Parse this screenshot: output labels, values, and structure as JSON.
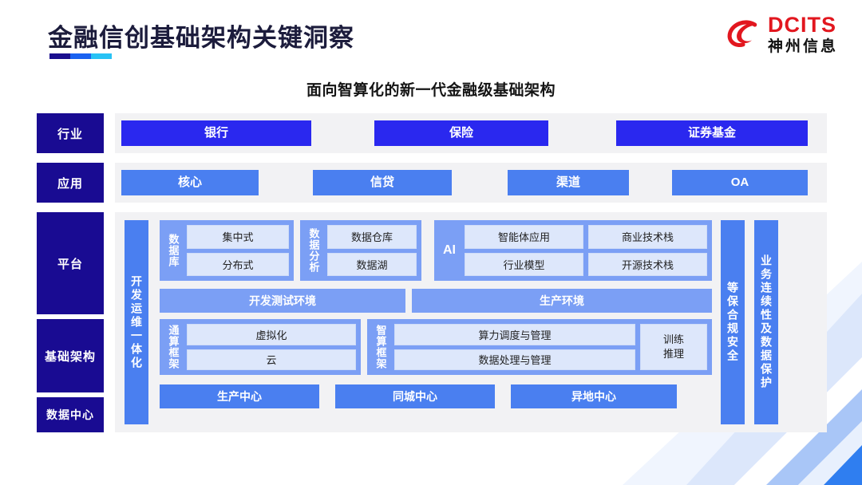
{
  "header": {
    "title": "金融信创基础架构关键洞察",
    "logo": {
      "en": "DCITS",
      "cn": "神州信息",
      "mark": "dcits-swirl-icon",
      "color": "#e2171f"
    }
  },
  "subtitle": "面向智算化的新一代金融级基础架构",
  "colors": {
    "navy": "#190b92",
    "industry_blue": "#2a28ef",
    "app_blue": "#4a7ff0",
    "group_blue": "#7b9ff5",
    "cell_blue": "#dde7fb",
    "panel_gray": "#f2f2f4"
  },
  "sidebar": {
    "items": [
      {
        "label": "行业"
      },
      {
        "label": "应用"
      },
      {
        "label": "平台"
      },
      {
        "label": "基础架构"
      },
      {
        "label": "数据中心"
      }
    ]
  },
  "industry": {
    "items": [
      {
        "label": "银行"
      },
      {
        "label": "保险"
      },
      {
        "label": "证券基金"
      }
    ]
  },
  "application": {
    "items": [
      {
        "label": "核心"
      },
      {
        "label": "信贷"
      },
      {
        "label": "渠道"
      },
      {
        "label": "OA"
      }
    ]
  },
  "platform": {
    "devops_bar": "开发运维一体化",
    "security_bar": "等保合规安全",
    "continuity_bar": "业务连续性及数据保护",
    "groups": {
      "database": {
        "label": "数据库",
        "cells": [
          "集中式",
          "分布式"
        ]
      },
      "analytics": {
        "label": "数据分析",
        "cells": [
          "数据仓库",
          "数据湖"
        ]
      },
      "ai": {
        "label": "AI",
        "col_left": [
          "智能体应用",
          "行业模型"
        ],
        "col_right": [
          "商业技术栈",
          "开源技术栈"
        ]
      }
    },
    "environments": [
      {
        "label": "开发测试环境"
      },
      {
        "label": "生产环境"
      }
    ]
  },
  "infrastructure": {
    "general_framework": {
      "label": "通算框架",
      "cells": [
        "虚拟化",
        "云"
      ]
    },
    "smart_framework": {
      "label": "智算框架",
      "cells": [
        "算力调度与管理",
        "数据处理与管理"
      ],
      "side_cell_line1": "训练",
      "side_cell_line2": "推理"
    }
  },
  "datacenter": {
    "items": [
      {
        "label": "生产中心"
      },
      {
        "label": "同城中心"
      },
      {
        "label": "异地中心"
      }
    ]
  }
}
